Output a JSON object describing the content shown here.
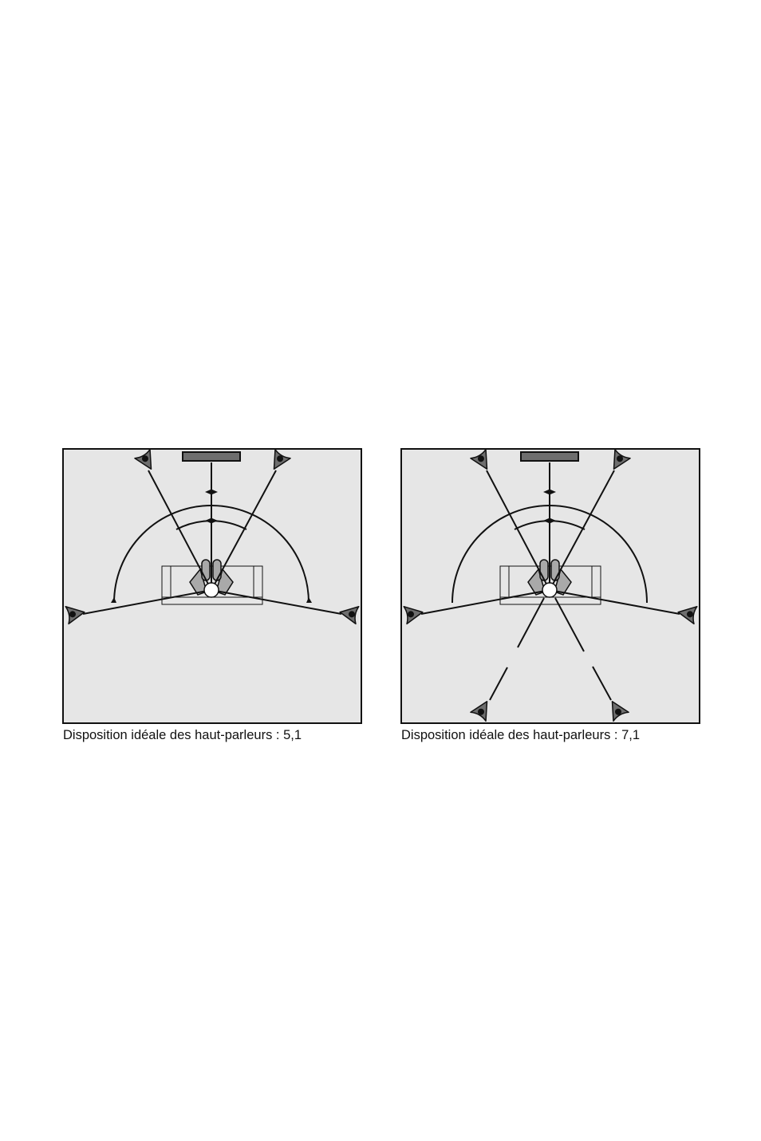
{
  "colors": {
    "room_fill": "#e6e6e6",
    "line": "#111111",
    "speaker_fill": "#6e6e6e",
    "listener_fill": "#a9a9a9"
  },
  "icons": [
    "speaker-icon",
    "tv-screen-icon",
    "sofa-icon",
    "listener-icon",
    "arrow-icon"
  ],
  "diagrams": [
    {
      "id": "layout-5-1",
      "caption": "Disposition idéale des haut-parleurs : 5,1",
      "speaker_count": 5,
      "subwoofer": 1
    },
    {
      "id": "layout-7-1",
      "caption": "Disposition idéale des haut-parleurs : 7,1",
      "speaker_count": 7,
      "subwoofer": 1
    }
  ]
}
